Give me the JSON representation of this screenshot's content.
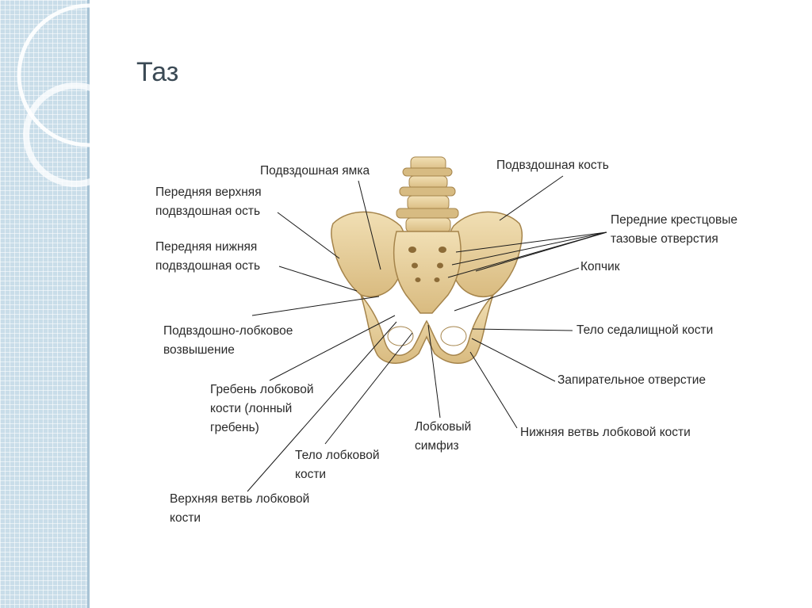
{
  "slide": {
    "title": "Таз"
  },
  "labels": {
    "iliac_fossa": "Подвздошная ямка",
    "iliac_bone": "Подвздошная кость",
    "asis_line1": "Передняя верхняя",
    "asis_line2": "подвздошная ость",
    "aiis_line1": "Передняя нижняя",
    "aiis_line2": "подвздошная ость",
    "sacral_foramina_line1": "Передние крестцовые",
    "sacral_foramina_line2": "тазовые отверстия",
    "coccyx": "Копчик",
    "iliopubic_line1": "Подвздошно-лобковое",
    "iliopubic_line2": "возвышение",
    "ischium_body": "Тело седалищной кости",
    "obturator_foramen": "Запирательное отверстие",
    "pubic_crest_line1": "Гребень лобковой",
    "pubic_crest_line2": "кости (лонный",
    "pubic_crest_line3": "гребень)",
    "symphysis_line1": "Лобковый",
    "symphysis_line2": "симфиз",
    "inferior_ramus": "Нижняя ветвь лобковой кости",
    "pubis_body_line1": "Тело лобковой",
    "pubis_body_line2": "кости",
    "superior_ramus_line1": "Верхняя ветвь лобковой",
    "superior_ramus_line2": "кости"
  },
  "colors": {
    "bone": "#e8d3a3",
    "bone_shadow": "#c9ab6e",
    "bone_dark": "#a5844b",
    "leader": "#1a1a1a",
    "band": "#c9dde9"
  }
}
